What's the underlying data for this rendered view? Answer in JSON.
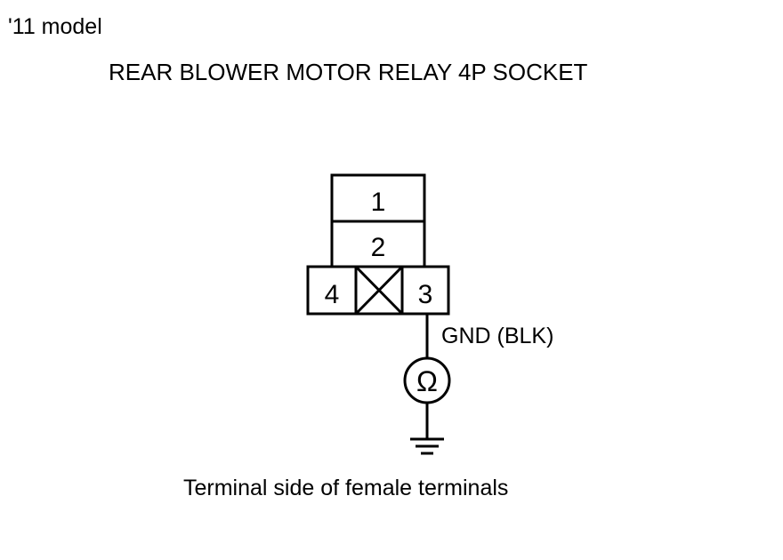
{
  "model_label": "'11 model",
  "title": "REAR BLOWER MOTOR RELAY 4P SOCKET",
  "connector": {
    "terminals": [
      {
        "number": "1"
      },
      {
        "number": "2"
      },
      {
        "number": "4"
      },
      {
        "number": "3"
      }
    ],
    "wire_label": "GND (BLK)",
    "meter_symbol": "Ω"
  },
  "caption": "Terminal side of female terminals",
  "colors": {
    "line": "#000000",
    "background": "#ffffff"
  }
}
